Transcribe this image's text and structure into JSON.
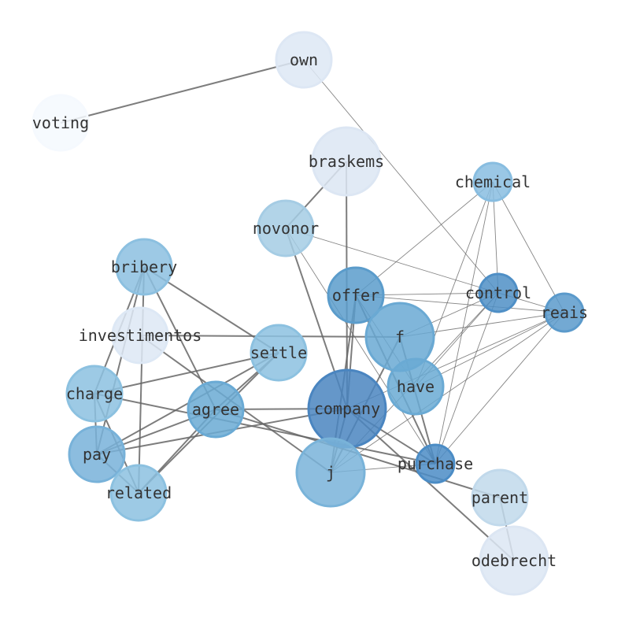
{
  "chart_data": {
    "type": "network",
    "nodes": [
      {
        "id": "own",
        "label": "own",
        "color": "#dde7f4"
      },
      {
        "id": "voting",
        "label": "voting",
        "color": "#f5f9fe"
      },
      {
        "id": "braskems",
        "label": "braskems",
        "color": "#dce6f3"
      },
      {
        "id": "chemical",
        "label": "chemical",
        "color": "#88bde0"
      },
      {
        "id": "novonor",
        "label": "novonor",
        "color": "#a5cce4"
      },
      {
        "id": "bribery",
        "label": "bribery",
        "color": "#8cc0e0"
      },
      {
        "id": "offer",
        "label": "offer",
        "color": "#5b9ccb"
      },
      {
        "id": "control",
        "label": "control",
        "color": "#4f8fc6"
      },
      {
        "id": "reais",
        "label": "reais",
        "color": "#5b9acb"
      },
      {
        "id": "f",
        "label": "f",
        "color": "#6aa9d3"
      },
      {
        "id": "investimentos",
        "label": "investimentos",
        "color": "#dde8f5"
      },
      {
        "id": "settle",
        "label": "settle",
        "color": "#8cc1e0"
      },
      {
        "id": "have",
        "label": "have",
        "color": "#6aaad4"
      },
      {
        "id": "charge",
        "label": "charge",
        "color": "#8cc1e0"
      },
      {
        "id": "company",
        "label": "company",
        "color": "#4a85c0"
      },
      {
        "id": "agree",
        "label": "agree",
        "color": "#6aaad4"
      },
      {
        "id": "pay",
        "label": "pay",
        "color": "#78b2d9"
      },
      {
        "id": "purchase",
        "label": "purchase",
        "color": "#4b8cc5"
      },
      {
        "id": "j",
        "label": "j",
        "color": "#79b3d9"
      },
      {
        "id": "related",
        "label": "related",
        "color": "#8cc1e0"
      },
      {
        "id": "parent",
        "label": "parent",
        "color": "#c1d9eb"
      },
      {
        "id": "odebrecht",
        "label": "odebrecht",
        "color": "#dce6f3"
      }
    ],
    "edges": [
      [
        "own",
        "voting",
        2
      ],
      [
        "own",
        "control",
        1
      ],
      [
        "braskems",
        "novonor",
        2
      ],
      [
        "braskems",
        "company",
        2
      ],
      [
        "novonor",
        "company",
        2
      ],
      [
        "novonor",
        "control",
        1
      ],
      [
        "novonor",
        "purchase",
        1
      ],
      [
        "chemical",
        "offer",
        1
      ],
      [
        "chemical",
        "control",
        1
      ],
      [
        "chemical",
        "reais",
        1
      ],
      [
        "chemical",
        "have",
        1
      ],
      [
        "chemical",
        "purchase",
        1
      ],
      [
        "offer",
        "control",
        1
      ],
      [
        "offer",
        "reais",
        1
      ],
      [
        "offer",
        "company",
        2
      ],
      [
        "offer",
        "j",
        2
      ],
      [
        "offer",
        "purchase",
        2
      ],
      [
        "offer",
        "have",
        1
      ],
      [
        "control",
        "f",
        1
      ],
      [
        "control",
        "have",
        1
      ],
      [
        "control",
        "j",
        1
      ],
      [
        "control",
        "purchase",
        1
      ],
      [
        "control",
        "reais",
        1
      ],
      [
        "reais",
        "f",
        1
      ],
      [
        "reais",
        "have",
        1
      ],
      [
        "reais",
        "purchase",
        1
      ],
      [
        "reais",
        "j",
        1
      ],
      [
        "reais",
        "company",
        1
      ],
      [
        "f",
        "investimentos",
        2
      ],
      [
        "f",
        "j",
        2
      ],
      [
        "f",
        "purchase",
        2
      ],
      [
        "bribery",
        "settle",
        2
      ],
      [
        "bribery",
        "agree",
        2
      ],
      [
        "bribery",
        "charge",
        2
      ],
      [
        "bribery",
        "pay",
        2
      ],
      [
        "bribery",
        "related",
        2
      ],
      [
        "investimentos",
        "j",
        2
      ],
      [
        "settle",
        "charge",
        2
      ],
      [
        "settle",
        "pay",
        2
      ],
      [
        "settle",
        "related",
        2
      ],
      [
        "settle",
        "agree",
        2
      ],
      [
        "charge",
        "purchase",
        2
      ],
      [
        "charge",
        "pay",
        2
      ],
      [
        "charge",
        "related",
        2
      ],
      [
        "agree",
        "company",
        2
      ],
      [
        "agree",
        "pay",
        2
      ],
      [
        "agree",
        "related",
        2
      ],
      [
        "agree",
        "parent",
        2
      ],
      [
        "pay",
        "company",
        2
      ],
      [
        "pay",
        "related",
        2
      ],
      [
        "company",
        "purchase",
        2
      ],
      [
        "company",
        "odebrecht",
        2
      ],
      [
        "company",
        "j",
        2
      ],
      [
        "j",
        "purchase",
        1
      ],
      [
        "parent",
        "odebrecht",
        1.5
      ]
    ]
  }
}
